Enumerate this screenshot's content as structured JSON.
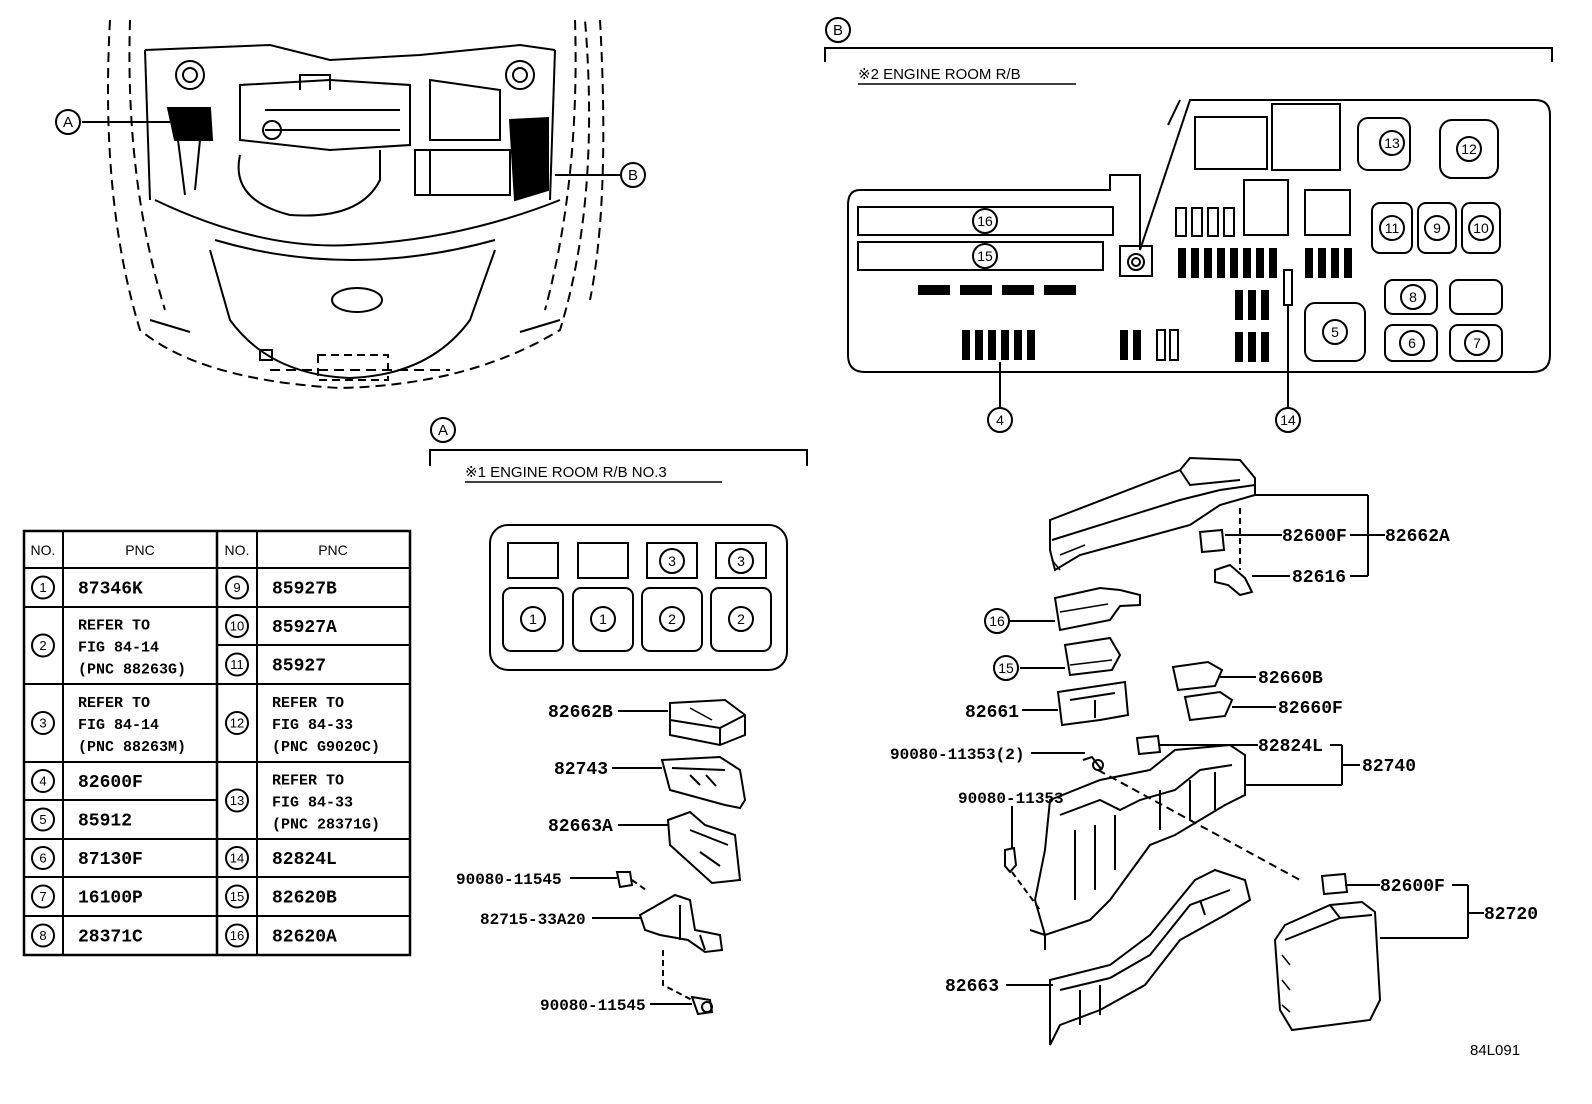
{
  "figure_id": "84L091",
  "callout_a": "A",
  "callout_b": "B",
  "section_a": {
    "letter": "A",
    "title": "※1 ENGINE ROOM R/B NO.3"
  },
  "section_b": {
    "letter": "B",
    "title": "※2 ENGINE ROOM R/B"
  },
  "table": {
    "headers": {
      "no": "NO.",
      "pnc": "PNC"
    },
    "left_rows": [
      {
        "no": "1",
        "lines": [
          "87346K"
        ]
      },
      {
        "no": "2",
        "lines": [
          "REFER TO",
          "FIG 84-14",
          "(PNC 88263G)"
        ]
      },
      {
        "no": "3",
        "lines": [
          "REFER TO",
          "FIG 84-14",
          "(PNC 88263M)"
        ]
      },
      {
        "no": "4",
        "lines": [
          "82600F"
        ]
      },
      {
        "no": "5",
        "lines": [
          "85912"
        ]
      },
      {
        "no": "6",
        "lines": [
          "87130F"
        ]
      },
      {
        "no": "7",
        "lines": [
          "16100P"
        ]
      },
      {
        "no": "8",
        "lines": [
          "28371C"
        ]
      }
    ],
    "right_rows": [
      {
        "no": "9",
        "lines": [
          "85927B"
        ]
      },
      {
        "no": "10",
        "lines": [
          "85927A"
        ]
      },
      {
        "no": "11",
        "lines": [
          "85927"
        ]
      },
      {
        "no": "12",
        "lines": [
          "REFER TO",
          "FIG 84-33",
          "(PNC G9020C)"
        ]
      },
      {
        "no": "13",
        "lines": [
          "REFER TO",
          "FIG 84-33",
          "(PNC 28371G)"
        ]
      },
      {
        "no": "14",
        "lines": [
          "82824L"
        ]
      },
      {
        "no": "15",
        "lines": [
          "82620B"
        ]
      },
      {
        "no": "16",
        "lines": [
          "82620A"
        ]
      }
    ]
  },
  "box_a_slots": {
    "top": [
      "",
      "",
      "3",
      "3"
    ],
    "bottom": [
      "1",
      "1",
      "2",
      "2"
    ]
  },
  "box_b_numbers": [
    "16",
    "15",
    "13",
    "12",
    "11",
    "9",
    "10",
    "8",
    "5",
    "6",
    "7",
    "4",
    "14"
  ],
  "parts_a": [
    "82662B",
    "82743",
    "82663A",
    "90080-11545",
    "82715-33A20",
    "90080-11545"
  ],
  "parts_b": {
    "p1": "82600F",
    "p2": "82662A",
    "p3": "82616",
    "p4": "82660B",
    "p5": "82661",
    "p6": "82660F",
    "p7": "90080-11353(2)",
    "p8": "82824L",
    "p9": "82740",
    "p10": "90080-11353",
    "p11": "82600F",
    "p12": "82720",
    "p13": "82663"
  }
}
